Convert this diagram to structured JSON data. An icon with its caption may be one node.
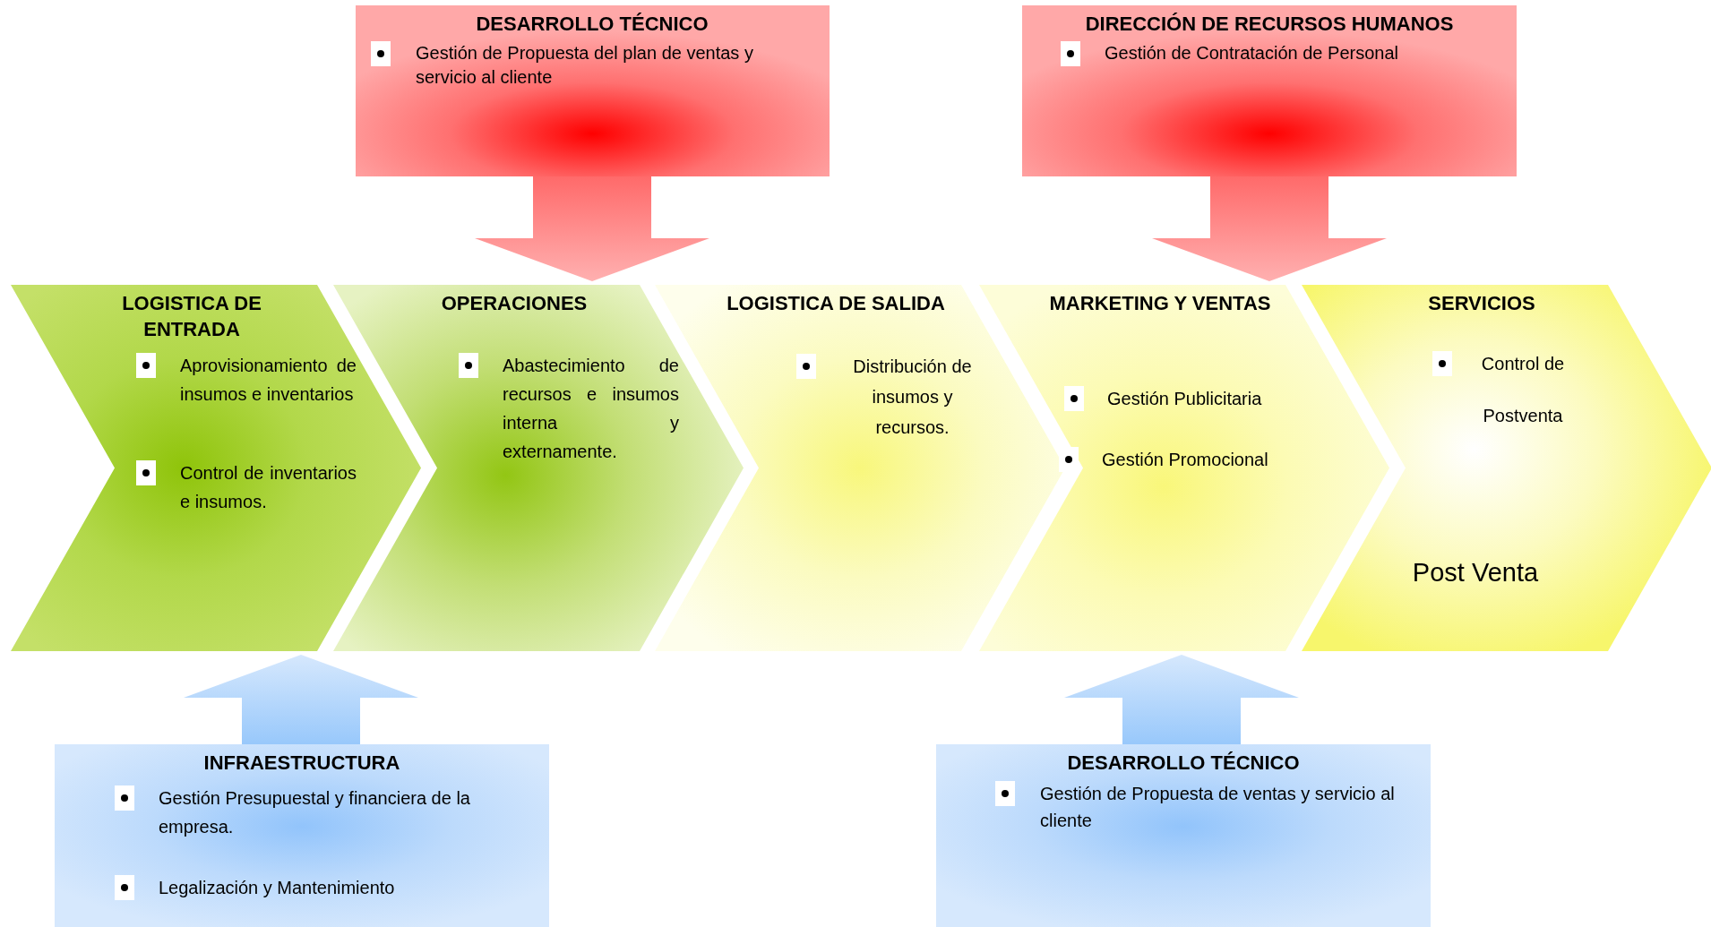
{
  "diagram": {
    "nodes": [
      {
        "text": [
          "DESARROLLO TÉCNICO",
          "Gestión de Propuesta del plan de ventas y servicio al cliente"
        ]
      },
      {
        "text": [
          "DIRECCIÓN DE RECURSOS HUMANOS",
          "Gestión de Contratación de Personal"
        ]
      },
      {
        "text": [
          "LOGISTICA DE ENTRADA",
          "Aprovisionamiento de insumos e inventarios",
          "Control de inventarios e insumos."
        ]
      },
      {
        "text": [
          "OPERACIONES",
          "Abastecimiento de recursos e insumos interna y externamente."
        ]
      },
      {
        "text": [
          "LOGISTICA DE SALIDA",
          "Distribución de insumos y recursos."
        ]
      },
      {
        "text": [
          "MARKETING Y VENTAS",
          "Gestión Publicitaria",
          "Gestión Promocional"
        ]
      },
      {
        "text": [
          "SERVICIOS",
          "Control de Postventa",
          "Post Venta"
        ]
      },
      {
        "text": [
          "INFRAESTRUCTURA",
          "Gestión Presupuestal y financiera de la empresa.",
          "Legalización y Mantenimiento"
        ]
      },
      {
        "text": [
          "DESARROLLO TÉCNICO",
          "Gestión de Propuesta de ventas y servicio al cliente"
        ]
      }
    ],
    "edges": [
      {
        "from": 0,
        "to": 3,
        "arrow": "to"
      },
      {
        "from": 1,
        "to": 5,
        "arrow": "to"
      },
      {
        "from": 7,
        "to": 2,
        "arrow": "to"
      },
      {
        "from": 8,
        "to": 5,
        "arrow": "to"
      }
    ]
  }
}
